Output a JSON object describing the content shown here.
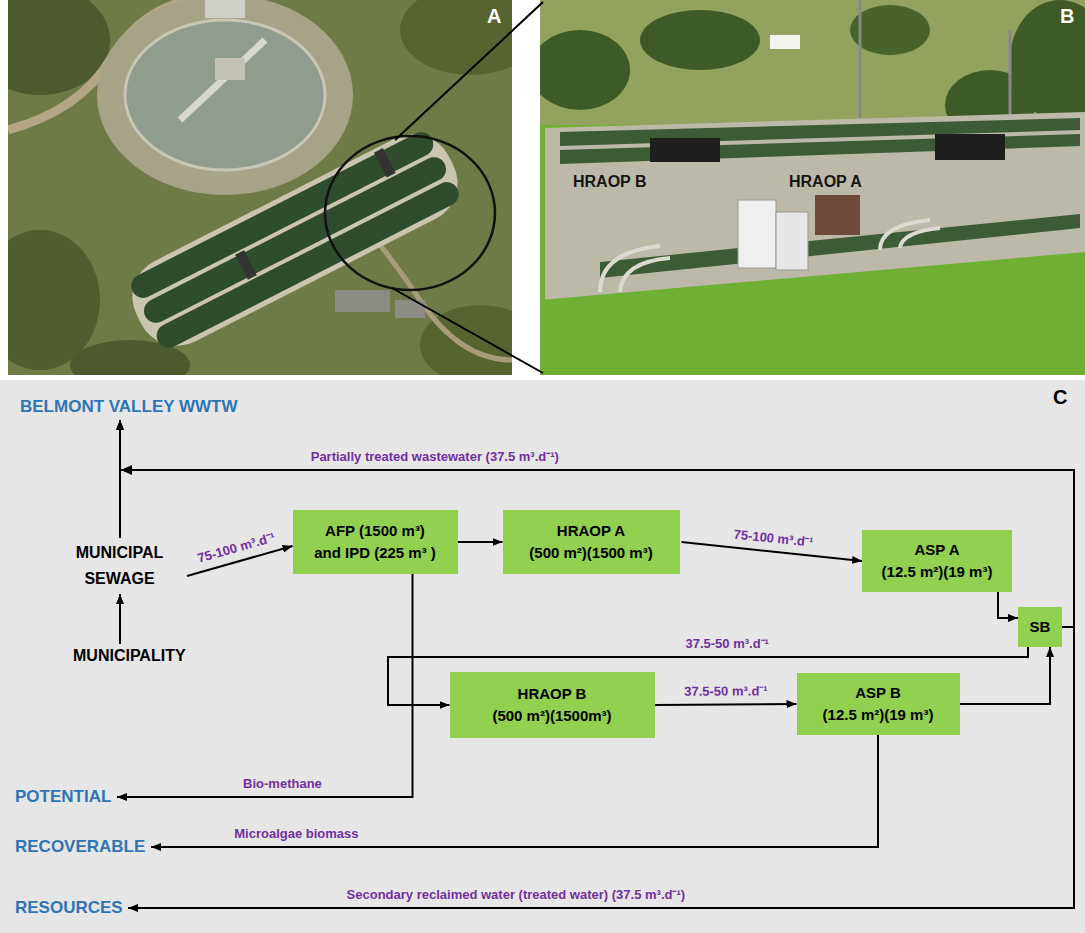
{
  "diagram": {
    "nodes": [
      {
        "text": [
          "BELMONT VALLEY WWTW"
        ]
      },
      {
        "text": [
          "MUNICIPAL SEWAGE"
        ]
      },
      {
        "text": [
          "AFP (1500 m³)",
          "and IPD (225 m³ )"
        ]
      },
      {
        "text": [
          "HRAOP A",
          "(500 m²)(1500 m³)"
        ]
      },
      {
        "text": [
          "ASP A",
          "(12.5 m²)(19 m³)"
        ]
      },
      {
        "text": [
          "SB"
        ]
      },
      {
        "text": [
          "HRAOP B",
          "(500 m²)(1500m³)"
        ]
      },
      {
        "text": [
          "ASP B",
          "(12.5 m²)(19 m³)"
        ]
      },
      {
        "text": [
          "MUNICIPALITY"
        ]
      },
      {
        "text": [
          "POTENTIAL"
        ]
      },
      {
        "text": [
          "RECOVERABLE"
        ]
      },
      {
        "text": [
          "RESOURCES"
        ]
      }
    ],
    "edges": [
      {
        "from": 8,
        "to": 1,
        "arrow": "to"
      },
      {
        "from": 1,
        "to": 0,
        "arrow": "to"
      },
      {
        "from": 1,
        "to": 2,
        "label": "75-100 m³.d⁻¹",
        "arrow": "to"
      },
      {
        "from": 2,
        "to": 3,
        "arrow": "to"
      },
      {
        "from": 3,
        "to": 4,
        "label": "75-100 m³.d⁻¹",
        "arrow": "to"
      },
      {
        "from": 4,
        "to": 5,
        "arrow": "to"
      },
      {
        "from": 5,
        "to": 6,
        "label": "37.5-50 m³.d⁻¹",
        "arrow": "to"
      },
      {
        "from": 6,
        "to": 7,
        "label": "37.5-50 m³.d⁻¹",
        "arrow": "to"
      },
      {
        "from": 7,
        "to": 5,
        "arrow": "to"
      },
      {
        "from": 2,
        "to": 9,
        "label": "Bio-methane",
        "arrow": "to"
      },
      {
        "from": 7,
        "to": 10,
        "label": "Microalgae biomass",
        "arrow": "to"
      },
      {
        "from": 5,
        "to": 11,
        "label": "Secondary reclaimed water (treated water) (37.5 m³.d⁻¹)",
        "arrow": "to"
      },
      {
        "from": 5,
        "to": 0,
        "label": "Partially treated wastewater (37.5 m³.d⁻¹)",
        "arrow": "to"
      }
    ],
    "labels": [
      "A",
      "B",
      "HRAOP B",
      "HRAOP A",
      "C"
    ]
  }
}
